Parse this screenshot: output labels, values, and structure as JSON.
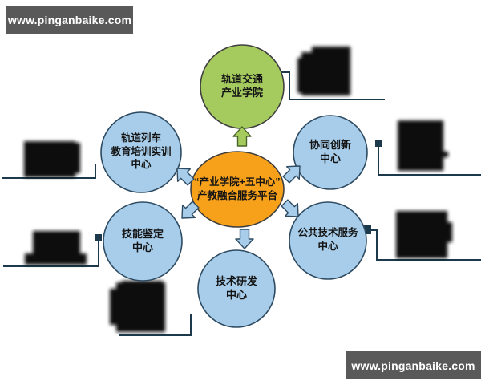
{
  "watermarks": {
    "top": "www.pinganbaike.com",
    "bottom": "www.pinganbaike.com"
  },
  "colors": {
    "center_fill": "#F7A11B",
    "college_fill": "#A5CB5F",
    "branch_fill": "#A7CDEA",
    "banner_bg": "#595959",
    "connector": "#1C3A4C",
    "redaction": "#0c0c0c"
  },
  "center": {
    "lines": [
      "“产业学院+五中心”",
      "产教融合服务平台"
    ]
  },
  "nodes": [
    {
      "id": "rail-transit-college",
      "lines": [
        "轨道交通",
        "产业学院"
      ]
    },
    {
      "id": "rail-train-education-training",
      "lines": [
        "轨道列车",
        "教育培训实训",
        "中心"
      ]
    },
    {
      "id": "collaborative-innovation-center",
      "lines": [
        "协同创新",
        "中心"
      ]
    },
    {
      "id": "skill-appraisal-center",
      "lines": [
        "技能鉴定",
        "中心"
      ]
    },
    {
      "id": "public-technical-service-center",
      "lines": [
        "公共技术服务",
        "中心"
      ]
    },
    {
      "id": "technology-rd-center",
      "lines": [
        "技术研发",
        "中心"
      ]
    }
  ],
  "redacted_labels": [
    {
      "position": "top-right",
      "legible": false
    },
    {
      "position": "right-upper",
      "legible": false
    },
    {
      "position": "right-lower",
      "legible": false
    },
    {
      "position": "left-upper",
      "legible": false
    },
    {
      "position": "left-lower",
      "legible": false
    },
    {
      "position": "bottom-left",
      "legible": false
    }
  ]
}
